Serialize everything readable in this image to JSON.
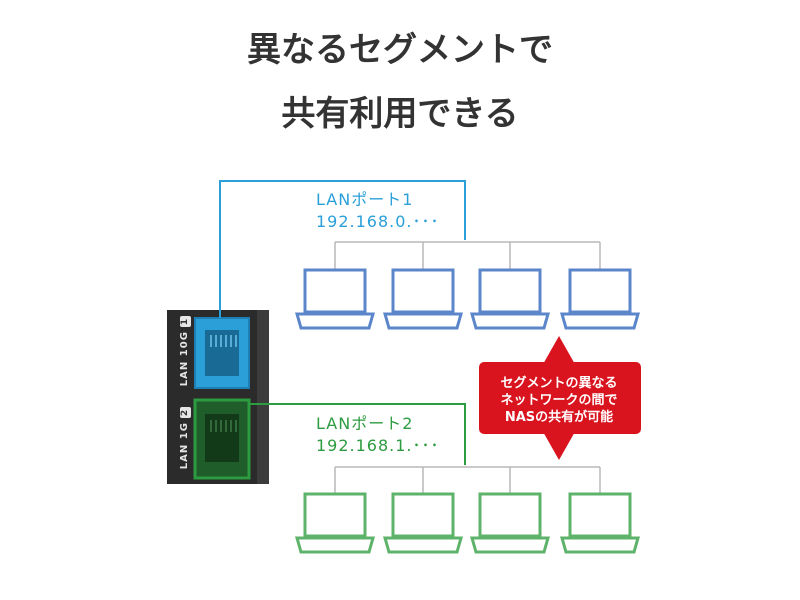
{
  "title": {
    "line1": "異なるセグメントで",
    "line2": "共有利用できる"
  },
  "colors": {
    "lan1": "#2a9fd8",
    "lan2": "#2d9b3f",
    "laptop_blue": "#5b86c9",
    "laptop_green": "#5db36a",
    "badge": "#d9141e",
    "nas": "#2b2b2b",
    "wire": "#b8b8b8"
  },
  "lan1": {
    "name": "LANポート1",
    "address": "192.168.0.･･･",
    "panel_label": "LAN 10G",
    "panel_number": "1"
  },
  "lan2": {
    "name": "LANポート2",
    "address": "192.168.1.･･･",
    "panel_label": "LAN 1G",
    "panel_number": "2"
  },
  "badge": {
    "line1": "セグメントの異なる",
    "line2": "ネットワークの間で",
    "line3": "NASの共有が可能"
  }
}
